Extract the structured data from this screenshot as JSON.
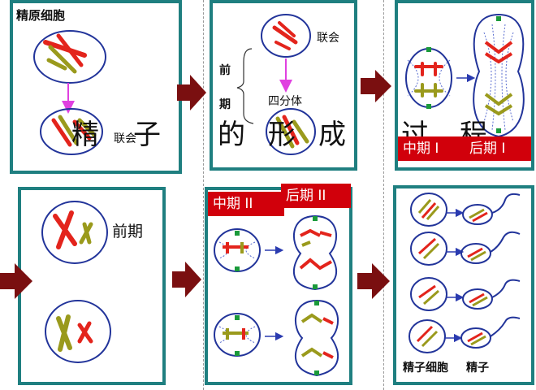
{
  "diagram": {
    "title_chars": [
      "精",
      "子",
      "的",
      "形",
      "成",
      "过",
      "程"
    ],
    "panel1": {
      "cell_label": "精原细胞",
      "synapsis_label": "联会"
    },
    "panel2": {
      "phase_chars": [
        "前",
        "期"
      ],
      "synapsis_label": "联会",
      "tetrad_label": "四分体"
    },
    "panel3": {
      "metaphase_label": "中期 I",
      "anaphase_label": "后期 I"
    },
    "panel4": {
      "prophase_label": "前期"
    },
    "panel5": {
      "metaphase_label": "中期 II",
      "anaphase_label": "后期 II"
    },
    "panel6": {
      "spermatid_label": "精子细胞",
      "sperm_label": "精子"
    },
    "colors": {
      "panel_border": "#1f7f80",
      "arrow": "#7a0f10",
      "red_chromosome": "#e3241c",
      "olive_chromosome": "#9a9a1c",
      "cell_outline": "#22349a",
      "label_bg": "#d1000b",
      "magenta_arrow": "#e040e0"
    }
  }
}
